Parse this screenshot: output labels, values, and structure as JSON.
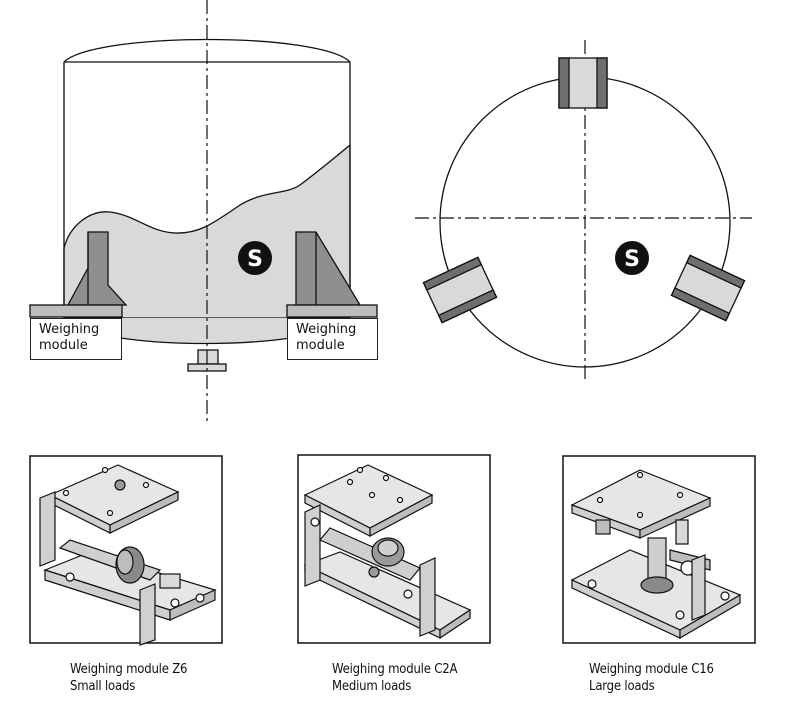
{
  "tank_view": {
    "module_left_label": [
      "Weighing",
      "module"
    ],
    "module_right_label": [
      "Weighing",
      "module"
    ],
    "sensor_badge": "S"
  },
  "top_view": {
    "sensor_badge": "S"
  },
  "modules": [
    {
      "name": "Weighing module Z6",
      "load": "Small loads"
    },
    {
      "name": "Weighing module C2A",
      "load": "Medium loads"
    },
    {
      "name": "Weighing module C16",
      "load": "Large loads"
    }
  ],
  "colors": {
    "fill": "#d9d9d9",
    "support": "#8f8f8f",
    "outline": "#111111"
  }
}
